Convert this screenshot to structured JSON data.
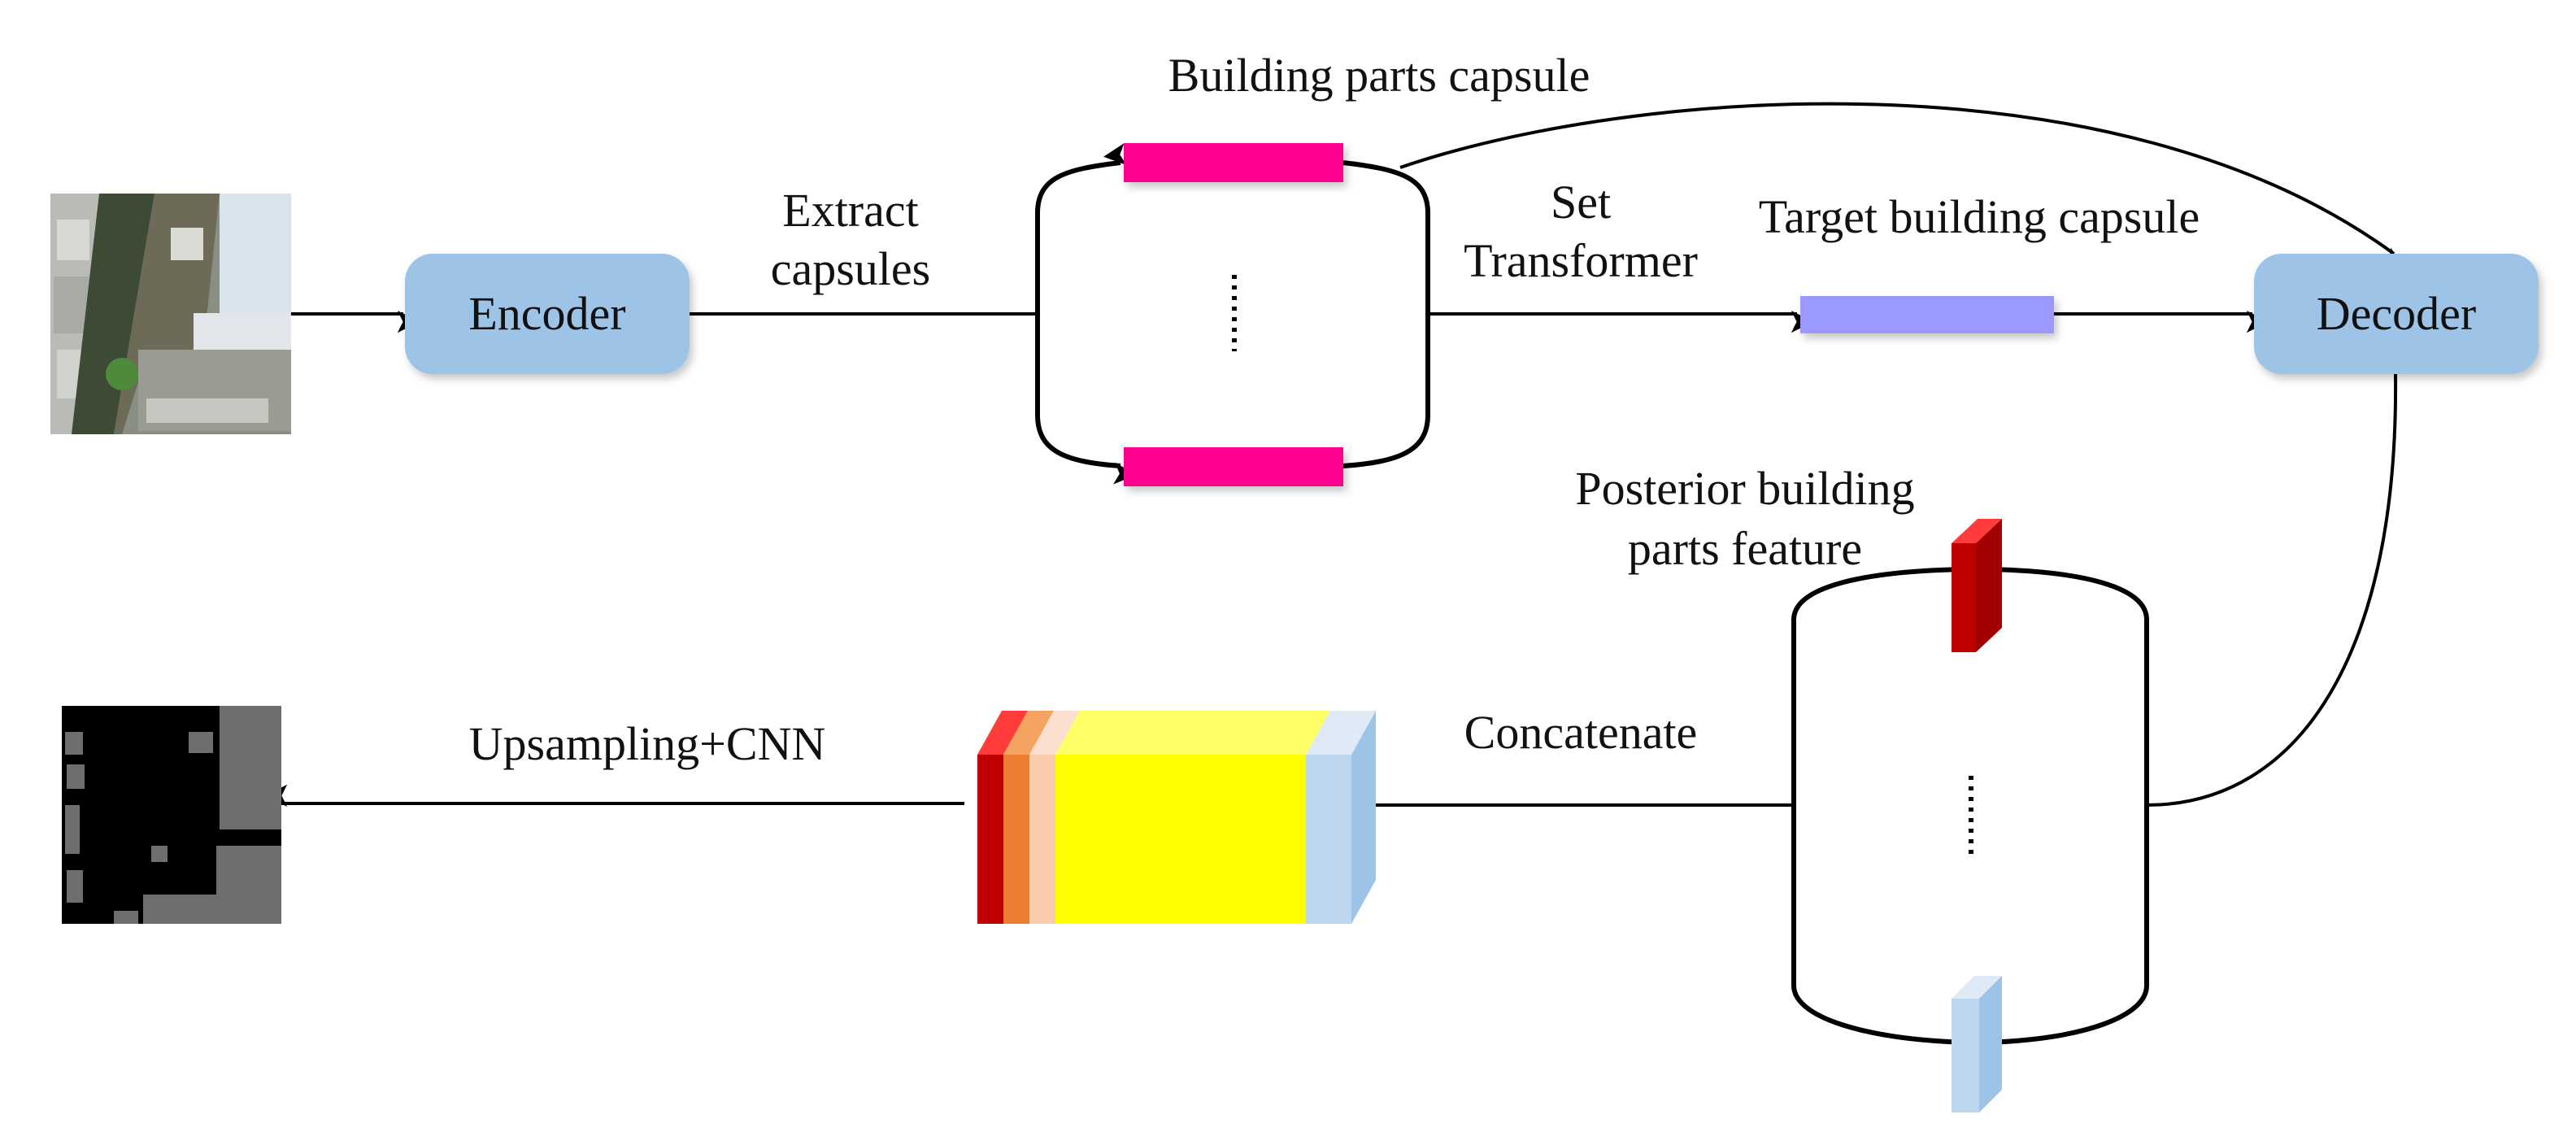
{
  "diagram": {
    "nodes": {
      "encoder": "Encoder",
      "decoder": "Decoder"
    },
    "labels": {
      "extract_line1": "Extract",
      "extract_line2": "capsules",
      "building_parts_capsule": "Building parts capsule",
      "set_line1": "Set",
      "set_line2": "Transformer",
      "target_building_capsule": "Target building capsule",
      "posterior_line1": "Posterior building",
      "posterior_line2": "parts feature",
      "concatenate": "Concatenate",
      "upsampling": "Upsampling+CNN"
    },
    "ellipsis": "......",
    "colors": {
      "node_fill": "#9dc3e6",
      "parts_capsule": "#ff0090",
      "target_capsule": "#9999ff",
      "feature_red": "#c00000",
      "feature_blue": "#bdd7ee",
      "concat_yellow": "#ffff00",
      "concat_orange": "#ed7d31",
      "concat_peach": "#f8cbad"
    },
    "icons": {
      "input": "satellite-image-icon",
      "output": "building-mask-icon"
    }
  }
}
